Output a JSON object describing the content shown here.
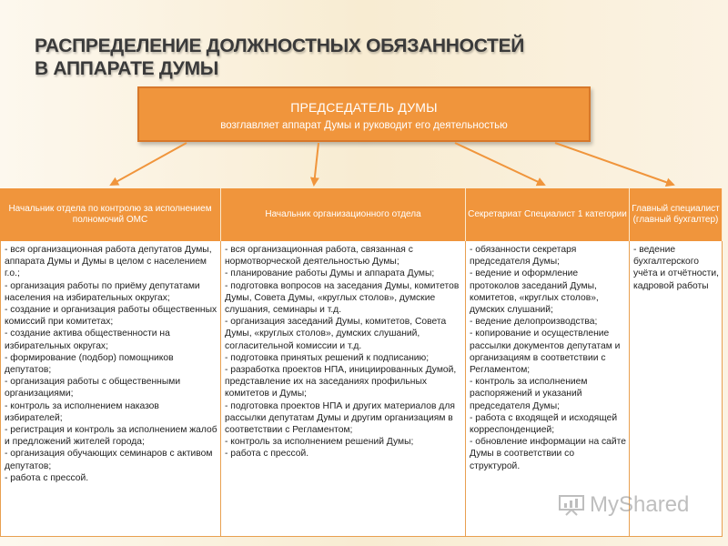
{
  "title_line1": "РАСПРЕДЕЛЕНИЕ ДОЛЖНОСТНЫХ ОБЯЗАННОСТЕЙ",
  "title_line2": "В АППАРАТЕ ДУМЫ",
  "chair": {
    "title": "ПРЕДСЕДАТЕЛЬ ДУМЫ",
    "subtitle": "возглавляет аппарат Думы и руководит его деятельностью"
  },
  "columns": [
    {
      "header": "Начальник отдела по контролю за исполнением полномочий ОМС",
      "items": [
        "- вся организационная работа депутатов Думы, аппарата Думы и Думы в целом с населением г.о.;",
        "- организация работы по приёму депутатами населения на избирательных округах;",
        "- создание и организация работы общественных комиссий при комитетах;",
        "- создание актива общественности на избирательных округах;",
        "- формирование (подбор) помощников депутатов;",
        "- организация работы с общественными организациями;",
        "- контроль за исполнением наказов избирателей;",
        "- регистрация и контроль за исполнением жалоб и предложений жителей города;",
        "- организация обучающих семинаров с активом депутатов;",
        "- работа с прессой."
      ]
    },
    {
      "header": "Начальник организационного отдела",
      "items": [
        "- вся организационная работа, связанная с нормотворческой деятельностью Думы;",
        "- планирование работы Думы и аппарата Думы;",
        "- подготовка вопросов на заседания Думы, комитетов Думы, Совета Думы, «круглых столов», думские слушания, семинары и т.д.",
        "- организация заседаний Думы, комитетов, Совета Думы, «круглых столов», думских слушаний, согласительной комиссии и т.д.",
        "- подготовка принятых решений к подписанию;",
        "- разработка проектов НПА, инициированных Думой, представление их на заседаниях профильных комитетов и Думы;",
        "- подготовка проектов НПА и других материалов для рассылки депутатам Думы и другим организациям в соответствии с Регламентом;",
        "- контроль за исполнением решений Думы;",
        "- работа с прессой."
      ]
    },
    {
      "header": "Секретариат Специалист 1 категории",
      "items": [
        "- обязанности секретаря председателя Думы;",
        "- ведение и оформление протоколов заседаний Думы, комитетов, «круглых столов», думских слушаний;",
        "- ведение делопроизводства;",
        "- копирование и осуществление рассылки документов депутатам и организациям в соответствии с Регламентом;",
        "- контроль за исполнением распоряжений и указаний председателя Думы;",
        "- работа с входящей и исходящей корреспонденцией;",
        "- обновление информации на сайте Думы в соответствии со структурой."
      ]
    },
    {
      "header": "Главный специалист (главный бухгалтер)",
      "items": [
        "- ведение бухгалтерского учёта и отчётности, кадровой работы"
      ]
    }
  ],
  "watermark": "MyShared",
  "colors": {
    "orange": "#f0953c",
    "orange_border": "#d7782a"
  }
}
